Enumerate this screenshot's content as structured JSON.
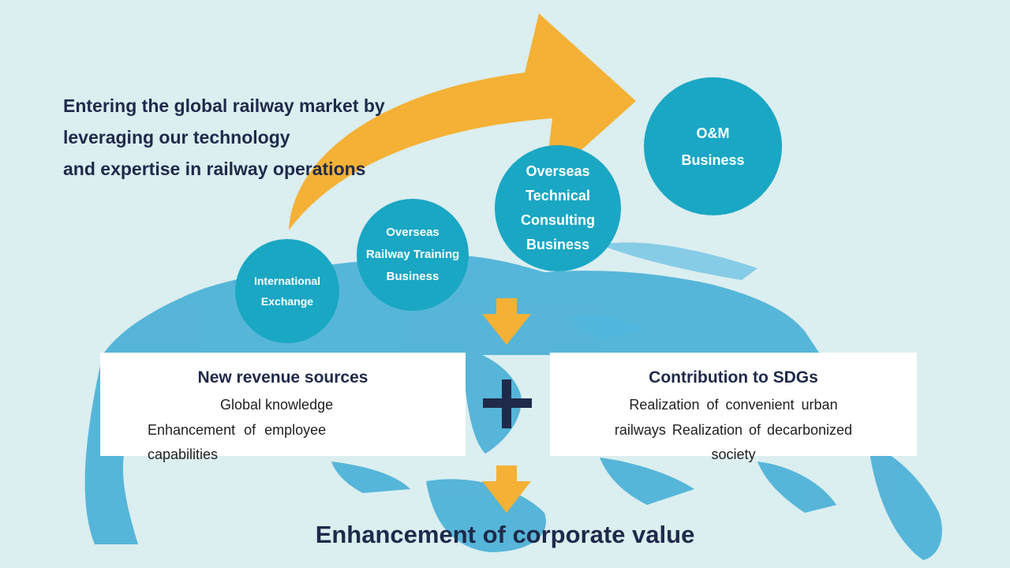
{
  "headline": {
    "line1": "Entering the global railway market by",
    "line2": "leveraging our technology",
    "line3": "and expertise in railway operations"
  },
  "circles": [
    {
      "lines": [
        "International",
        "Exchange"
      ]
    },
    {
      "lines": [
        "Overseas",
        "Railway Training",
        "Business"
      ]
    },
    {
      "lines": [
        "Overseas",
        "Technical",
        "Consulting",
        "Business"
      ]
    },
    {
      "lines": [
        "O&M",
        "Business"
      ]
    }
  ],
  "left_box": {
    "title": "New revenue sources",
    "line1": "Global knowledge",
    "line2": "Enhancement of employee",
    "line3": "capabilities"
  },
  "right_box": {
    "title": "Contribution to SDGs",
    "line1": "Realization of convenient urban",
    "line2": "railways Realization of decarbonized",
    "line3": "society"
  },
  "plus_symbol": "+",
  "footer": "Enhancement of corporate value",
  "colors": {
    "background": "#dbeef0",
    "circle": "#1aa7c4",
    "arrow": "#f4b135",
    "navy": "#1f2a4a",
    "map": "#2aa3d1"
  }
}
